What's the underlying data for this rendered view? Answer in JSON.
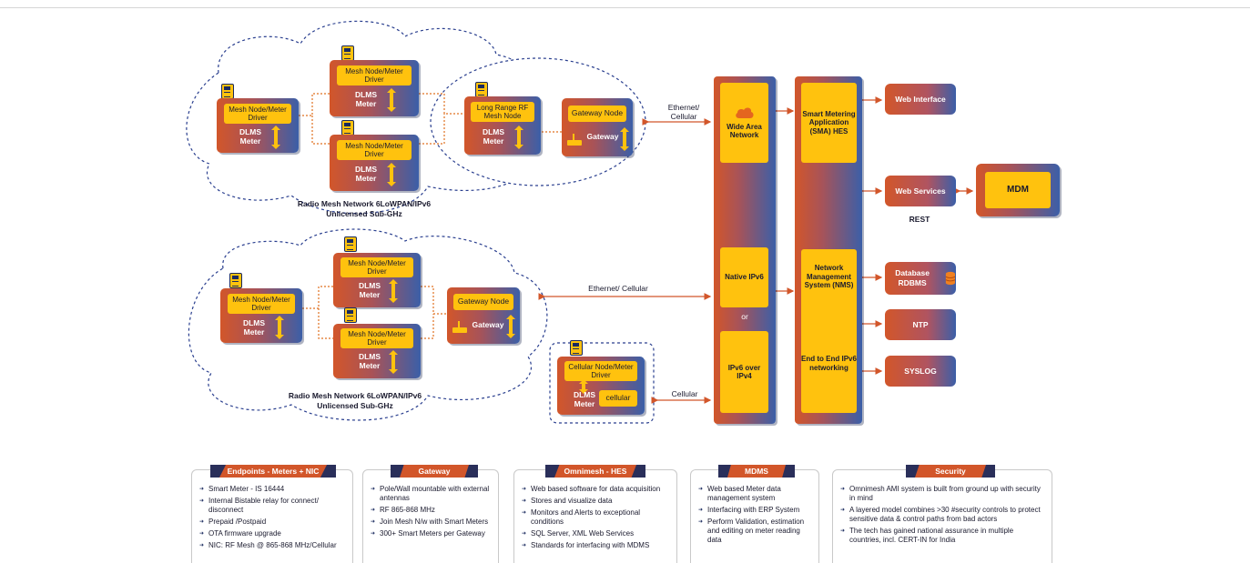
{
  "mesh_node_label": "Mesh Node/Meter Driver",
  "dlms_meter": "DLMS Meter",
  "long_range_node": "Long Range RF Mesh Node",
  "gateway_node": "Gateway Node",
  "gateway": "Gateway",
  "cloud1_label": "Radio Mesh Network 6LoWPAN/IPv6",
  "cloud_sub": "Unlicensed Sub-GHz",
  "cloud2_label": "Radio Mesh Network 6LoWPAN/IPv6",
  "cellular_node": "Cellular Node/Meter Driver",
  "cellular": "cellular",
  "conn_eth_cell_1": "Ethernet/ Cellular",
  "conn_eth_cell_2": "Ethernet/ Cellular",
  "conn_cellular": "Cellular",
  "wan_label": "Wide Area Network",
  "native_ipv6": "Native IPv6",
  "or": "or",
  "ipv6_over_ipv4": "IPv6 over IPv4",
  "sma_label": "Smart Metering Application (SMA) HES",
  "nms_label": "Network Management System (NMS)",
  "e2e_label": "End to End IPv6 networking",
  "services": {
    "web_interface": "Web Interface",
    "web_services": "Web Services",
    "rest": "REST",
    "mdm": "MDM",
    "database": "Database RDBMS",
    "ntp": "NTP",
    "syslog": "SYSLOG"
  },
  "colors": {
    "accent_orange": "#d2562a",
    "accent_blue": "#3b5fa8",
    "highlight_yellow": "#ffc20e",
    "navy": "#2a2f5a"
  },
  "panels": [
    {
      "title": "Endpoints - Meters + NIC",
      "items": [
        "Smart Meter - IS 16444",
        "Internal Bistable relay for connect/ disconnect",
        "Prepaid /Postpaid",
        "OTA firmware upgrade",
        "NIC: RF Mesh @ 865-868 MHz/Cellular"
      ]
    },
    {
      "title": "Gateway",
      "items": [
        "Pole/Wall mountable with external antennas",
        "RF 865-868 MHz",
        "Join Mesh N/w with Smart Meters",
        "300+ Smart Meters per Gateway"
      ]
    },
    {
      "title": "Omnimesh - HES",
      "items": [
        "Web based software for data acquisition",
        "Stores and visualize data",
        "Monitors and Alerts to exceptional conditions",
        "SQL Server, XML Web Services",
        "Standards for interfacing with MDMS"
      ]
    },
    {
      "title": "MDMS",
      "items": [
        "Web based Meter data management system",
        "Interfacing with ERP System",
        "Perform Validation, estimation and editing on meter reading data"
      ]
    },
    {
      "title": "Security",
      "items": [
        "Omnimesh AMI system is built from ground up with security in mind",
        "A layered model combines >30 #security controls to protect sensitive data & control paths from bad actors",
        "The tech has gained national assurance in multiple countries, incl. CERT-IN for India"
      ]
    }
  ]
}
